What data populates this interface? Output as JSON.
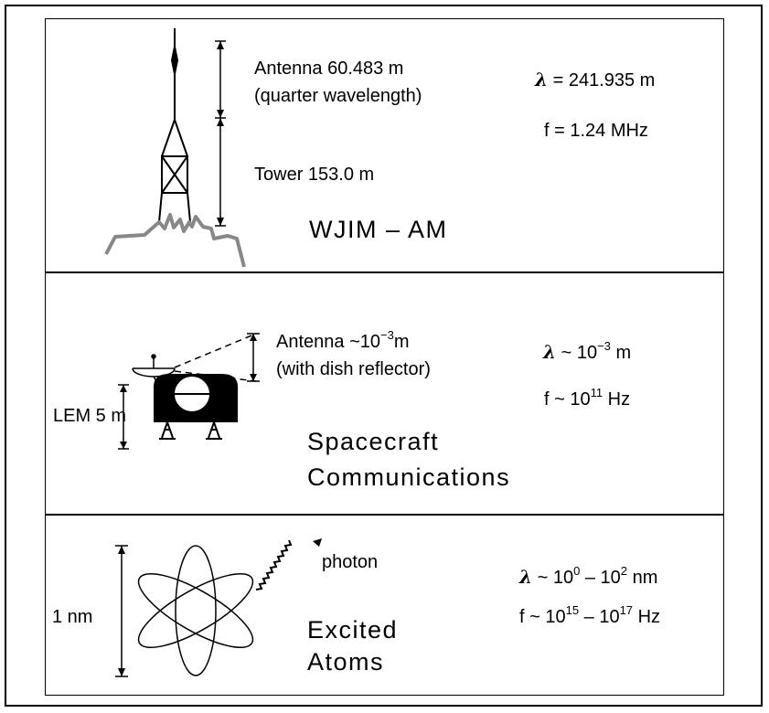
{
  "panels": [
    {
      "id": "radio-station",
      "title": "WJIM – AM",
      "antenna_line1": "Antenna 60.483 m",
      "antenna_line2": "(quarter wavelength)",
      "tower_label": "Tower 153.0 m",
      "wavelength_symbol": "λ",
      "wavelength_text": "= 241.935 m",
      "frequency_text": "f = 1.24 MHz"
    },
    {
      "id": "spacecraft",
      "title_line1": "Spacecraft",
      "title_line2": "Communications",
      "antenna_prefix": "Antenna ~10",
      "antenna_exp": "−3",
      "antenna_suffix": "m",
      "antenna_line2": "(with dish reflector)",
      "lem_label": "LEM 5 m",
      "wavelength_symbol": "λ",
      "wavelength_prefix": "~ 10",
      "wavelength_exp": "−3",
      "wavelength_suffix": " m",
      "frequency_prefix": "f ~ 10",
      "frequency_exp": "11",
      "frequency_suffix": " Hz"
    },
    {
      "id": "atoms",
      "title_line1": "Excited",
      "title_line2": "Atoms",
      "photon_label": "photon",
      "size_label": "1 nm",
      "wavelength_symbol": "λ",
      "wavelength_prefix": "~ 10",
      "wavelength_exp1": "0",
      "wavelength_mid": " – 10",
      "wavelength_exp2": "2",
      "wavelength_suffix": " nm",
      "frequency_prefix": "f ~ 10",
      "frequency_exp1": "15",
      "frequency_mid": " – 10",
      "frequency_exp2": "17",
      "frequency_suffix": " Hz"
    }
  ]
}
